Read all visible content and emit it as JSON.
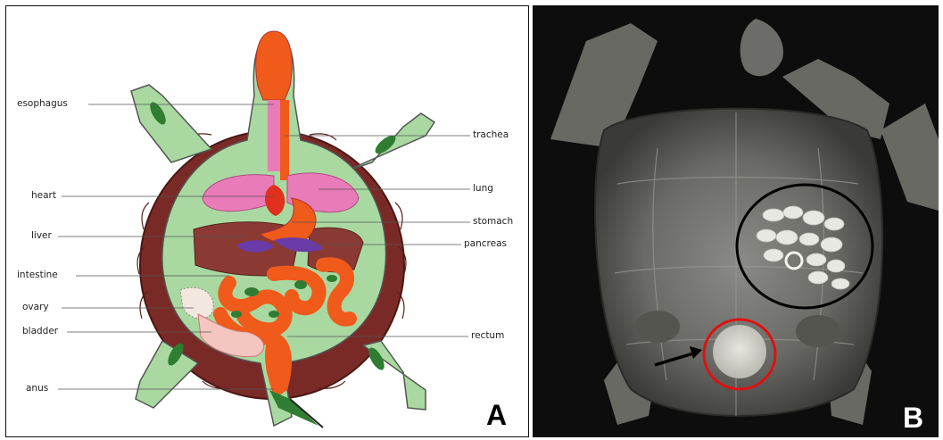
{
  "panel_a": {
    "letter": "A",
    "labels_left": [
      "esophagus",
      "heart",
      "liver",
      "intestine",
      "ovary",
      "bladder",
      "anus"
    ],
    "labels_right": [
      "trachea",
      "lung",
      "stomach",
      "pancreas",
      "rectum"
    ]
  },
  "panel_b": {
    "letter": "B"
  },
  "colors": {
    "skin": "#a9d9a0",
    "shell": "#7a2a26",
    "organ_orange": "#f05a1a",
    "lung_pink": "#e97bb8",
    "liver_brown": "#8a3a32",
    "pancreas_purple": "#6a3aa8",
    "circle_black": "#000000",
    "circle_red": "#e01010"
  }
}
